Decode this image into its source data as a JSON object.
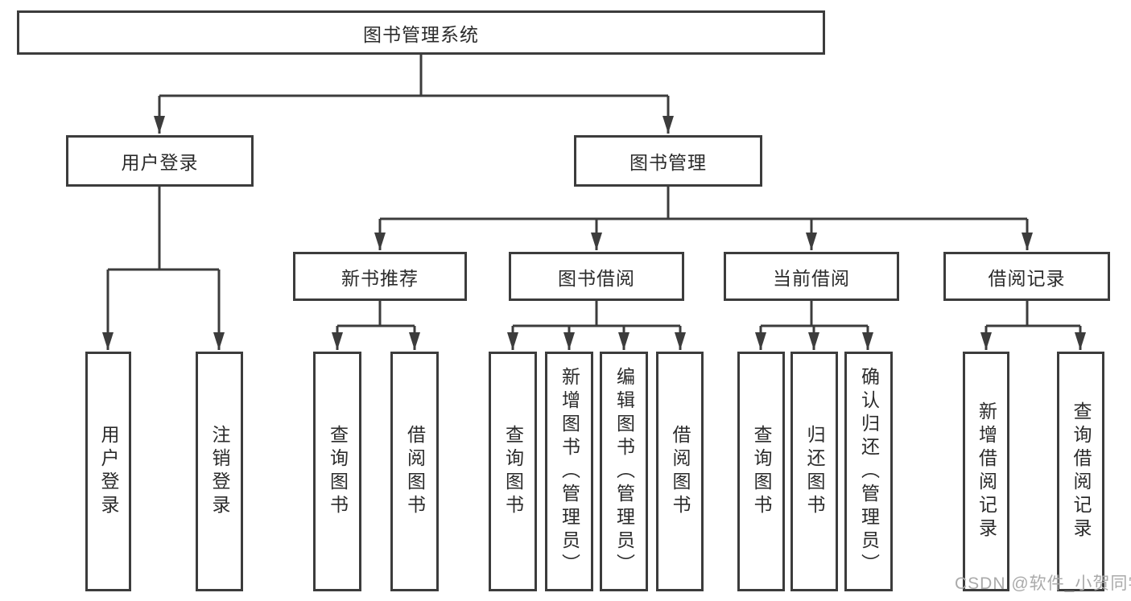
{
  "diagram": {
    "root": "图书管理系统",
    "branches": [
      {
        "label": "用户登录",
        "children": [
          "用户登录",
          "注销登录"
        ]
      },
      {
        "label": "图书管理",
        "children": [
          {
            "label": "新书推荐",
            "children": [
              "查询图书",
              "借阅图书"
            ]
          },
          {
            "label": "图书借阅",
            "children": [
              "查询图书",
              "新增图书（管理员）",
              "编辑图书（管理员）",
              "借阅图书"
            ]
          },
          {
            "label": "当前借阅",
            "children": [
              "查询图书",
              "归还图书",
              "确认归还（管理员）"
            ]
          },
          {
            "label": "借阅记录",
            "children": [
              "新增借阅记录",
              "查询借阅记录"
            ]
          }
        ]
      }
    ]
  },
  "watermark": {
    "text": "CSDN @软件_小贺同学"
  },
  "colors": {
    "line": "#3c3c3c",
    "text": "#2b2b2b",
    "watermark": "#aaaaaa",
    "background": "#ffffff"
  }
}
